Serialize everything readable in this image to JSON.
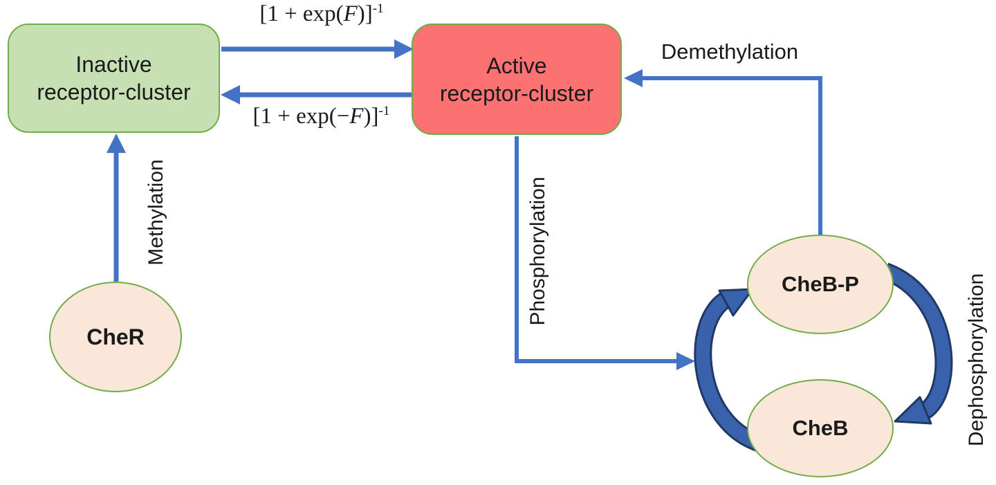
{
  "nodes": {
    "inactive_receptor": {
      "line1": "Inactive",
      "line2": "receptor-cluster"
    },
    "active_receptor": {
      "line1": "Active",
      "line2": "receptor-cluster"
    },
    "cher": {
      "label": "CheR"
    },
    "chebp": {
      "label": "CheB-P"
    },
    "cheb": {
      "label": "CheB"
    }
  },
  "labels": {
    "methylation": "Methylation",
    "demethylation": "Demethylation",
    "phosphorylation": "Phosphorylation",
    "dephosphorylation": "Dephosphorylation"
  },
  "formulas": {
    "activation": {
      "prefix": "[1 + exp(",
      "variable": "F",
      "suffix": ")]",
      "superscript": "-1"
    },
    "deactivation": {
      "prefix": "[1 + exp(−",
      "variable": "F",
      "suffix": ")]",
      "superscript": "-1"
    }
  },
  "colors": {
    "inactive_fill": "#C6E0B4",
    "active_fill": "#FC7272",
    "protein_fill": "#FAE7D9",
    "node_border": "#70AD47",
    "arrow_blue": "#4472C4",
    "cycle_arrow_fill": "#3A62AC",
    "cycle_arrow_outline": "#1F3864",
    "text": "#1A1A1A"
  }
}
